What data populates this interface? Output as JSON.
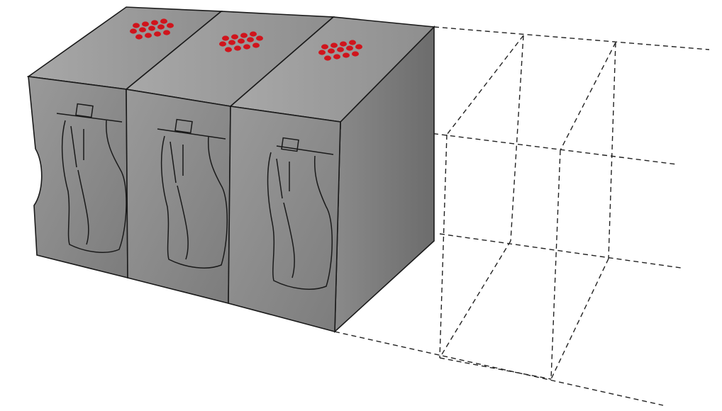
{
  "figure": {
    "module_count": 3,
    "placeholder_slot_count": 2,
    "led_rows_per_module": 3,
    "led_cols_per_module": 5,
    "colors": {
      "background": "#ffffff",
      "module_top": "#9c9c9c",
      "module_front": "#8c8c8c",
      "module_side": "#7a7a7a",
      "outline": "#1a1a1a",
      "led": "#d0141c",
      "dashed": "#222222"
    }
  }
}
